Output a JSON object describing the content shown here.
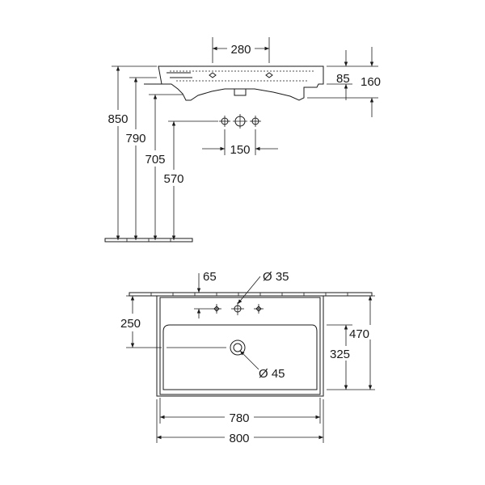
{
  "side_view": {
    "dim_basin_width": "280",
    "dim_rim_depth": "85",
    "dim_total_depth": "160",
    "dim_floor_to_rim": "850",
    "dim_floor_to_underside": "790",
    "dim_floor_to_waste": "705",
    "dim_floor_to_supply": "570",
    "dim_supply_spacing": "150"
  },
  "plan_view": {
    "dim_tap_offset": "65",
    "dim_tap_hole": "Ø 35",
    "dim_drain_hole": "Ø 45",
    "dim_tap_from_back": "250",
    "dim_drain_from_front": "325",
    "dim_overall_depth": "470",
    "dim_inner_width": "780",
    "dim_overall_width": "800"
  }
}
